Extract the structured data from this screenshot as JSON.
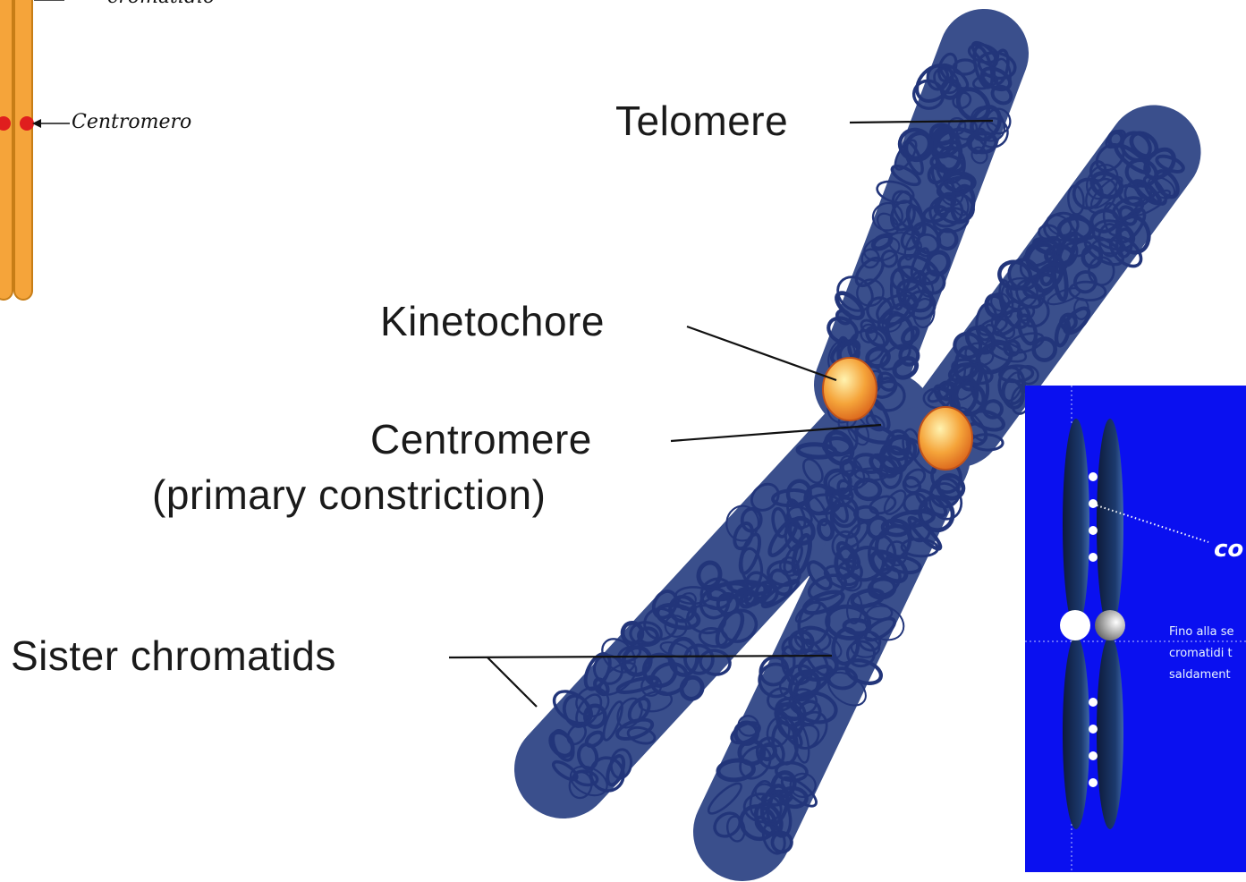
{
  "left_diagram": {
    "label_top_cut": "cromatidio",
    "label_centromero": "Centromero"
  },
  "main_diagram": {
    "labels": {
      "telomere": "Telomere",
      "kinetochore": "Kinetochore",
      "centromere": "Centromere",
      "constriction": "(primary constriction)",
      "sister_chromatids": "Sister chromatids"
    },
    "colors": {
      "chromatin": "#22357a",
      "chromatin_fill": "#3a4f8c",
      "kinetochore": "#f5a43a"
    }
  },
  "inset": {
    "background": "#0a10f0",
    "label_big": "co",
    "text_lines": [
      "Fino alla se",
      "cromatidi t",
      "saldament"
    ]
  }
}
